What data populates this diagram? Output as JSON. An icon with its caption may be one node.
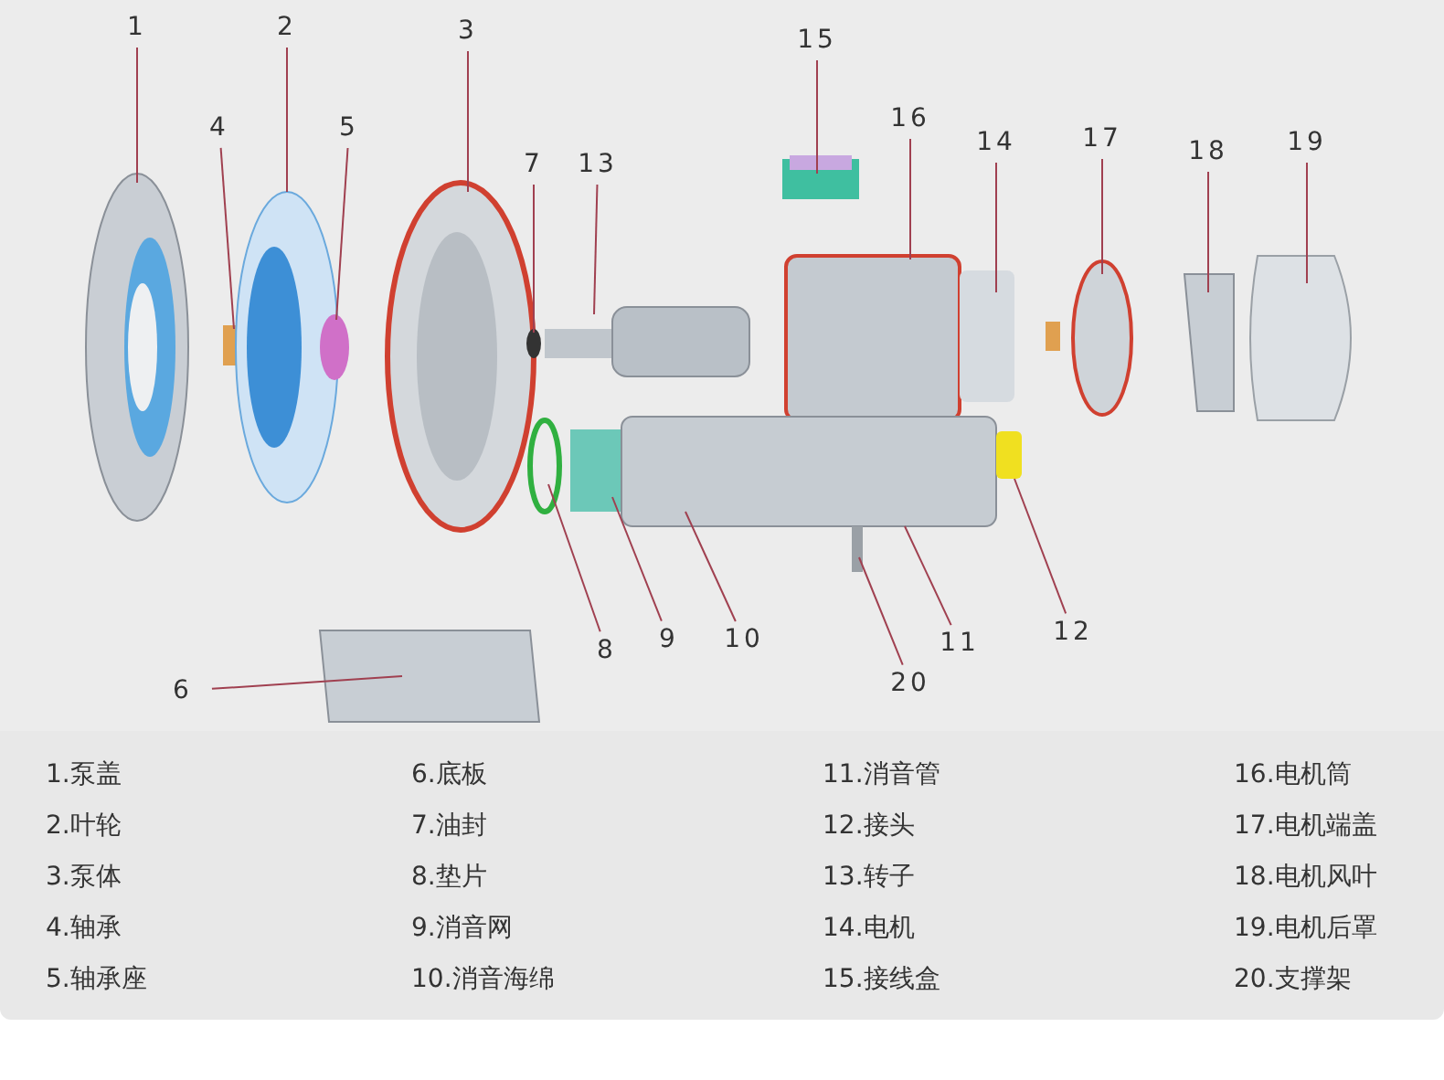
{
  "diagram": {
    "nodes": [
      {
        "text": [
          "1"
        ]
      },
      {
        "text": [
          "2"
        ]
      },
      {
        "text": [
          "3"
        ]
      },
      {
        "text": [
          "4"
        ]
      },
      {
        "text": [
          "5"
        ]
      },
      {
        "text": [
          "6"
        ]
      },
      {
        "text": [
          "7"
        ]
      },
      {
        "text": [
          "8"
        ]
      },
      {
        "text": [
          "9"
        ]
      },
      {
        "text": [
          "10"
        ]
      },
      {
        "text": [
          "11"
        ]
      },
      {
        "text": [
          "12"
        ]
      },
      {
        "text": [
          "13"
        ]
      },
      {
        "text": [
          "14"
        ]
      },
      {
        "text": [
          "15"
        ]
      },
      {
        "text": [
          "16"
        ]
      },
      {
        "text": [
          "17"
        ]
      },
      {
        "text": [
          "18"
        ]
      },
      {
        "text": [
          "19"
        ]
      },
      {
        "text": [
          "20"
        ]
      }
    ],
    "edges": [
      {
        "from": 0,
        "to": null,
        "arrow": "none"
      },
      {
        "from": 1,
        "to": null,
        "arrow": "none"
      },
      {
        "from": 2,
        "to": null,
        "arrow": "none"
      },
      {
        "from": 3,
        "to": null,
        "arrow": "none"
      },
      {
        "from": 4,
        "to": null,
        "arrow": "none"
      },
      {
        "from": 5,
        "to": null,
        "arrow": "none"
      },
      {
        "from": 6,
        "to": null,
        "arrow": "none"
      },
      {
        "from": 7,
        "to": null,
        "arrow": "none"
      },
      {
        "from": 8,
        "to": null,
        "arrow": "none"
      },
      {
        "from": 9,
        "to": null,
        "arrow": "none"
      },
      {
        "from": 10,
        "to": null,
        "arrow": "none"
      },
      {
        "from": 11,
        "to": null,
        "arrow": "none"
      },
      {
        "from": 12,
        "to": null,
        "arrow": "none"
      },
      {
        "from": 13,
        "to": null,
        "arrow": "none"
      },
      {
        "from": 14,
        "to": null,
        "arrow": "none"
      },
      {
        "from": 15,
        "to": null,
        "arrow": "none"
      },
      {
        "from": 16,
        "to": null,
        "arrow": "none"
      },
      {
        "from": 17,
        "to": null,
        "arrow": "none"
      },
      {
        "from": 18,
        "to": null,
        "arrow": "none"
      },
      {
        "from": 19,
        "to": null,
        "arrow": "none"
      }
    ],
    "labels": [
      "1.泵盖",
      "6.底板",
      "11.消音管",
      "16.电机筒",
      "2.叶轮",
      "7.油封",
      "12.接头",
      "17.电机端盖",
      "3.泵体",
      "8.垫片",
      "13.转子",
      "18.电机风叶",
      "4.轴承",
      "9.消音网",
      "14.电机",
      "19.电机后罩",
      "5.轴承座",
      "10.消音海绵",
      "15.接线盒",
      "20.支撑架"
    ]
  }
}
